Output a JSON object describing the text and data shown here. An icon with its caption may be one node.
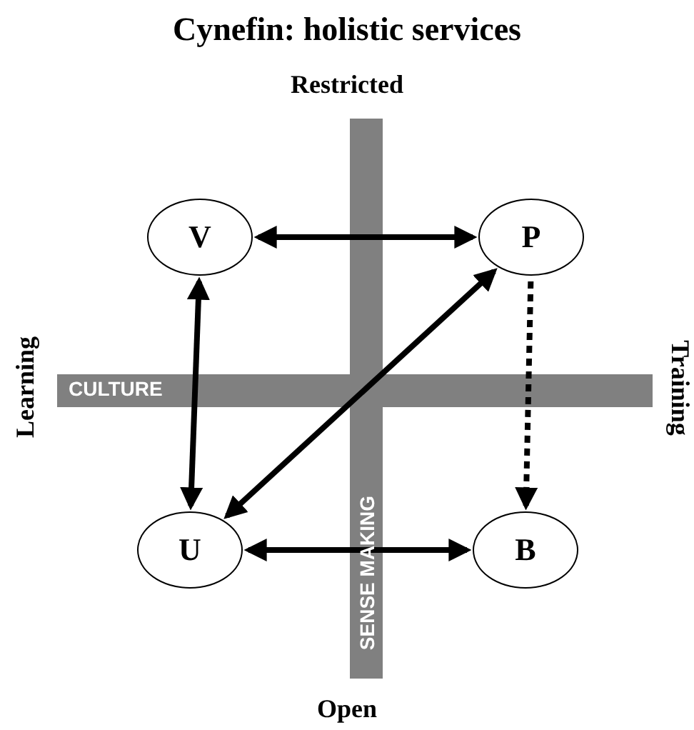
{
  "diagram": {
    "title": "Cynefin: holistic services",
    "nodes": [
      {
        "text": [
          "V"
        ]
      },
      {
        "text": [
          "P"
        ]
      },
      {
        "text": [
          "U"
        ]
      },
      {
        "text": [
          "B"
        ]
      }
    ],
    "edges": [
      {
        "from": 0,
        "to": 1,
        "arrow": "both"
      },
      {
        "from": 0,
        "to": 2,
        "arrow": "both"
      },
      {
        "from": 2,
        "to": 1,
        "arrow": "both"
      },
      {
        "from": 1,
        "to": 3,
        "arrow": "to",
        "style": "dashed"
      },
      {
        "from": 2,
        "to": 3,
        "arrow": "both"
      }
    ],
    "labels": [
      "Restricted",
      "Learning",
      "CULTURE",
      "Training",
      "SENSE MAKING",
      "Open"
    ]
  }
}
